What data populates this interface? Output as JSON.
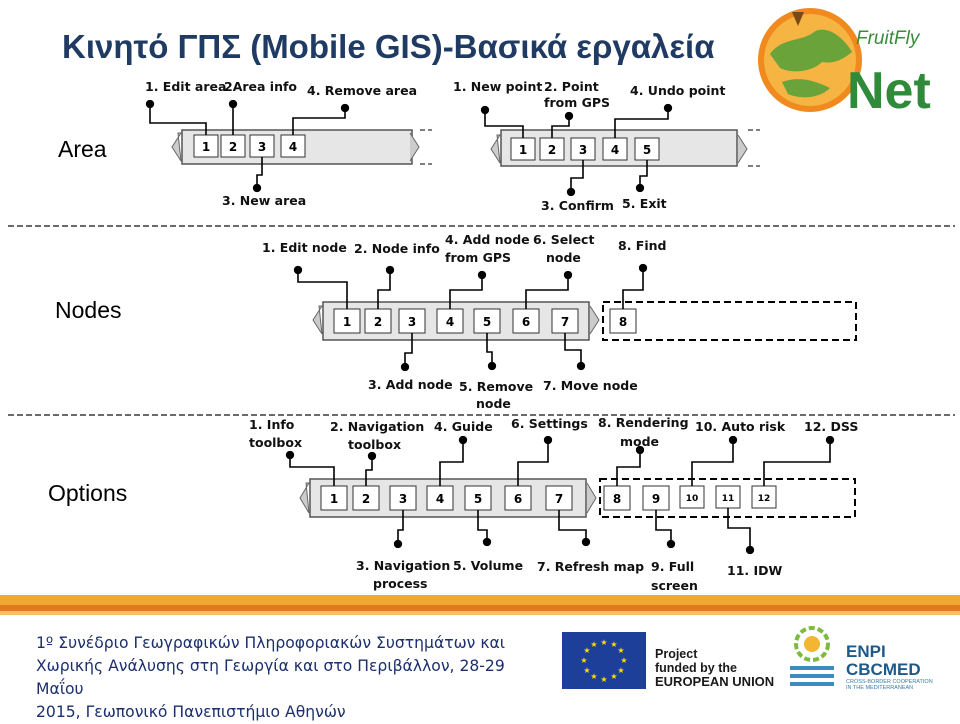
{
  "title": "Κινητό ΓΠΣ (Mobile GIS)-Βασικά εργαλεία",
  "colors": {
    "title": "#1f3b63",
    "footer_text": "#1b2f6e",
    "orange": "#f0a830",
    "eu_blue": "#1d3f9a"
  },
  "sections": {
    "area": "Area",
    "nodes": "Nodes",
    "options": "Options"
  },
  "area_a": {
    "buttons": [
      "1",
      "2",
      "3",
      "4"
    ],
    "callouts": [
      "1. Edit area",
      "2Area info",
      "4. Remove area",
      "3. New area"
    ]
  },
  "area_b": {
    "buttons": [
      "1",
      "2",
      "3",
      "4",
      "5"
    ],
    "callouts": [
      "1. New point",
      "2. Point",
      "from GPS",
      "4. Undo point",
      "3. Confirm",
      "5. Exit"
    ]
  },
  "nodes": {
    "buttons": [
      "1",
      "2",
      "3",
      "4",
      "5",
      "6",
      "7",
      "8"
    ],
    "callouts": [
      "1. Edit node",
      "2. Node info",
      "4. Add node",
      "from GPS",
      "6. Select",
      "node",
      "8. Find",
      "3. Add node",
      "5. Remove",
      "node",
      "7. Move node"
    ]
  },
  "options": {
    "buttons": [
      "1",
      "2",
      "3",
      "4",
      "5",
      "6",
      "7",
      "8",
      "9",
      "10",
      "11",
      "12"
    ],
    "callouts": [
      "1. Info",
      "toolbox",
      "2. Navigation",
      "toolbox",
      "4. Guide",
      "6. Settings",
      "8. Rendering",
      "mode",
      "10. Auto risk",
      "12. DSS",
      "3. Navigation",
      "process",
      "5. Volume",
      "7. Refresh map",
      "9. Full",
      "screen",
      "11. IDW"
    ]
  },
  "footer": {
    "line1": "1º Συνέδριο Γεωγραφικών Πληροφοριακών Συστημάτων και",
    "line2": "Χωρικής Ανάλυσης στη Γεωργία και στο Περιβάλλον, 28-29 Μαΐου",
    "line3": "2015, Γεωπονικό Πανεπιστήμιο Αθηνών"
  },
  "eu": {
    "l1": "Project",
    "l2": "funded by the",
    "l3": "EUROPEAN UNION"
  },
  "enpi": {
    "l1": "ENPI",
    "l2": "CBCMED",
    "l3": "CROSS-BORDER COOPERATION",
    "l4": "IN THE MEDITERRANEAN"
  },
  "ffn": {
    "a": "FruitFly",
    "b": "Net"
  }
}
